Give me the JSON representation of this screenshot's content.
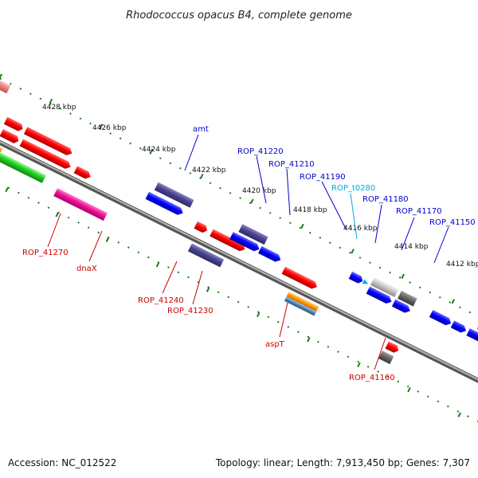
{
  "title": "Rhodococcus opacus B4, complete genome",
  "footer": {
    "accession": "Accession: NC_012522",
    "stats": "Topology: linear; Length: 7,913,450 bp; Genes: 7,307"
  },
  "colors": {
    "background": "#ffffff",
    "backbone": "#808080",
    "ruler_tick": "#1f7a1f",
    "label_top": "#0000cc",
    "label_bottom": "#cc0000",
    "label_trna": "#00aadd"
  },
  "ruler_labels": [
    "4428 kbp",
    "4426 kbp",
    "4424 kbp",
    "4422 kbp",
    "4420 kbp",
    "4418 kbp",
    "4416 kbp",
    "4414 kbp",
    "4412 kbp"
  ],
  "top_labels": [
    "amt",
    "ROP_41220",
    "ROP_41210",
    "ROP_41190",
    "ROP_t0280",
    "ROP_41180",
    "ROP_41170",
    "ROP_41150"
  ],
  "bottom_labels": [
    "ROP_41270",
    "dnaX",
    "ROP_41240",
    "ROP_41230",
    "aspT",
    "ROP_41160"
  ]
}
